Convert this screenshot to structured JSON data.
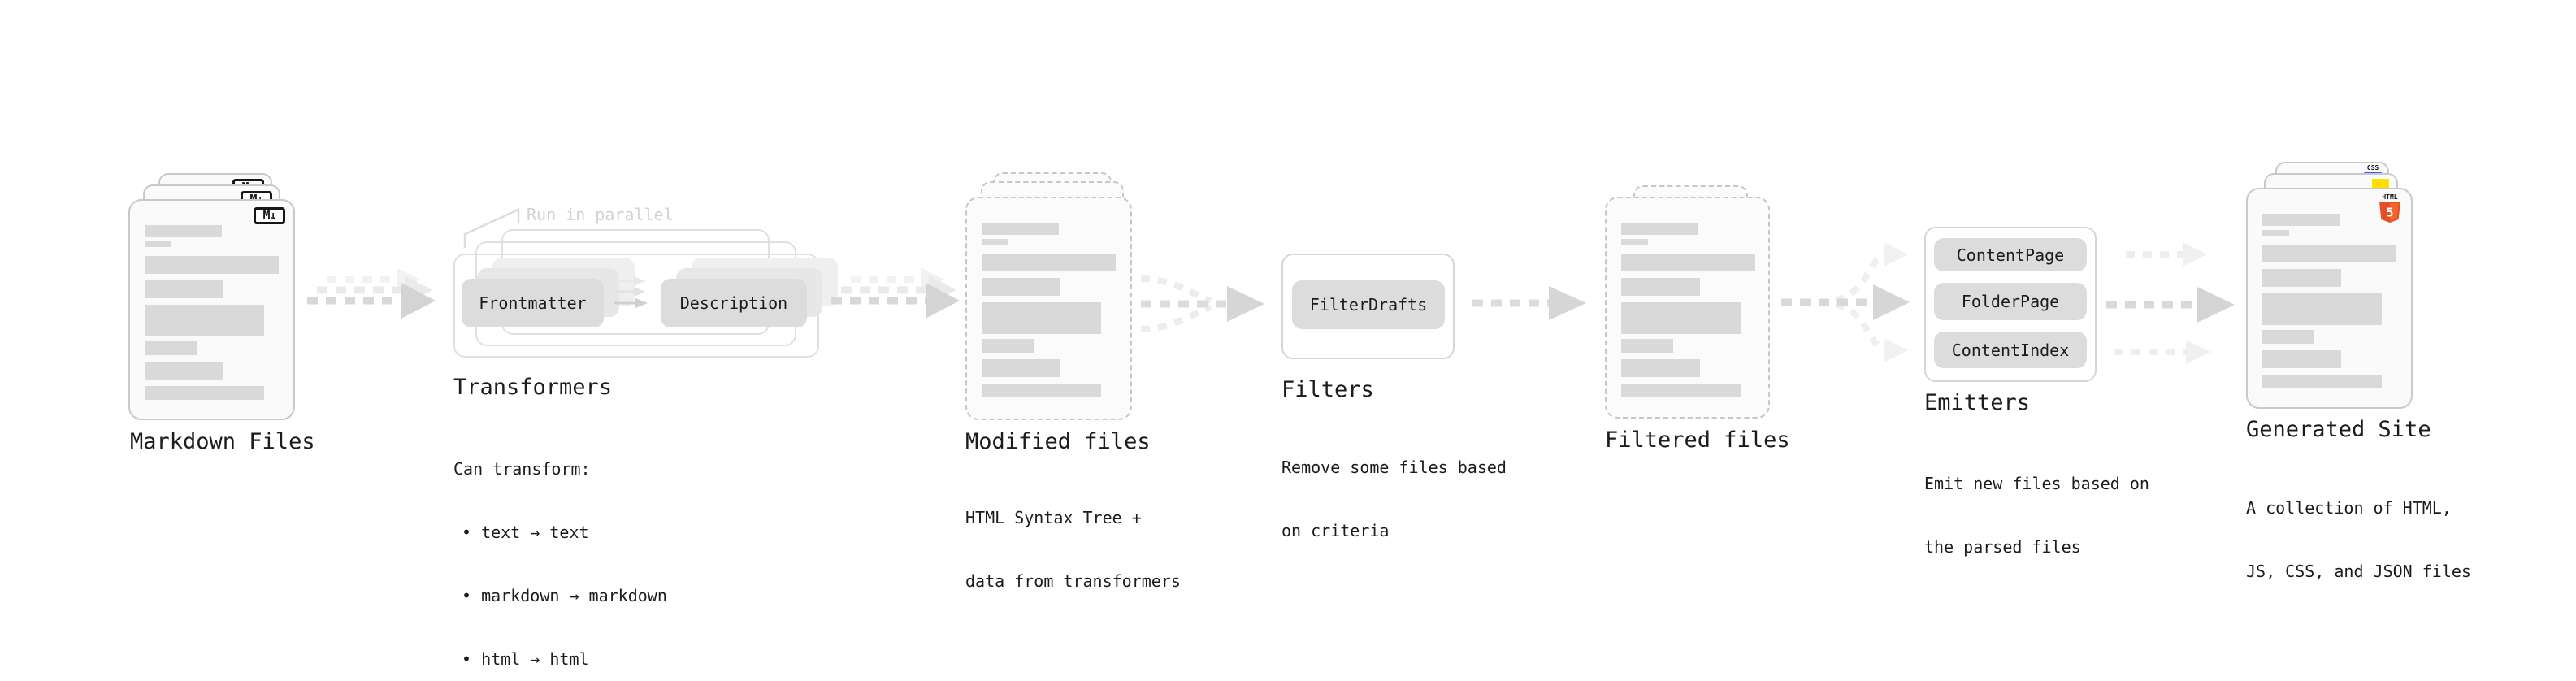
{
  "colors": {
    "card_border": "#c9c9c9",
    "bar_fill": "#d9d9d9",
    "box_fill": "#dcdcdc",
    "arrow_gray": "#d6d6d6",
    "faint_arrow_gray": "#ededed",
    "note_text": "#d2d2d2",
    "text": "#1c1c1c",
    "html5_orange": "#e34f26",
    "js_yellow": "#ffdf00",
    "css_blue": "#2b63f6"
  },
  "stages": {
    "markdown_files": {
      "title": "Markdown Files",
      "file_icon": "M↓"
    },
    "transformers": {
      "note": "Run in parallel",
      "box_left": "Frontmatter",
      "box_right": "Description",
      "title": "Transformers",
      "intro": "Can transform:",
      "rules": [
        "• text → text",
        "• markdown → markdown",
        "• html → html"
      ]
    },
    "modified_files": {
      "title": "Modified files",
      "subtitle": [
        "HTML Syntax Tree +",
        "data from transformers"
      ]
    },
    "filters": {
      "title": "Filters",
      "box": "FilterDrafts",
      "subtitle": [
        "Remove some files based",
        "on criteria"
      ]
    },
    "filtered_files": {
      "title": "Filtered files"
    },
    "emitters": {
      "title": "Emitters",
      "boxes": [
        "ContentPage",
        "FolderPage",
        "ContentIndex"
      ],
      "subtitle": [
        "Emit new files based on",
        "the parsed files"
      ]
    },
    "generated_site": {
      "title": "Generated Site",
      "subtitle": [
        "A collection of HTML,",
        "JS, CSS, and JSON files"
      ],
      "file_icons": {
        "css_label": "CSS",
        "html_label": "HTML",
        "html_number": "5"
      }
    }
  }
}
